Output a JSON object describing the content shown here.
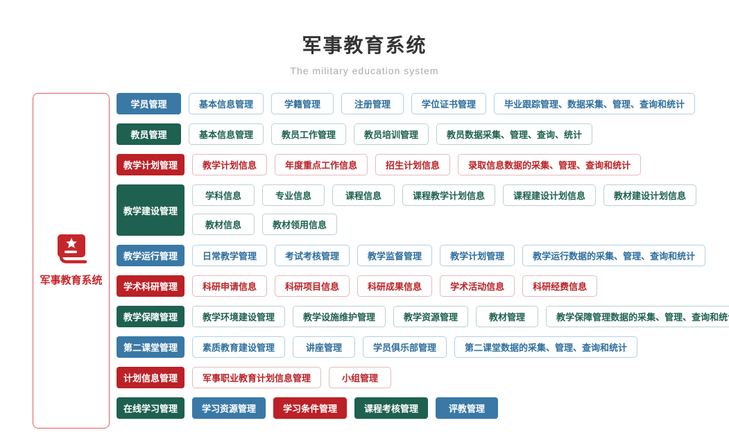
{
  "header": {
    "title": "军事教育系统",
    "subtitle": "The military education system"
  },
  "sidebar": {
    "label": "军事教育系统",
    "icon": "book-star-icon"
  },
  "palette": {
    "blue": "#3a79a6",
    "green": "#1e6150",
    "red": "#bb2126",
    "sidebar_red": "#c5262b",
    "sidebar_border": "#e25d5d"
  },
  "rows": [
    {
      "theme": "blue",
      "category": {
        "label": "学员管理"
      },
      "items": [
        {
          "label": "基本信息管理"
        },
        {
          "label": "学籍管理"
        },
        {
          "label": "注册管理"
        },
        {
          "label": "学位证书管理"
        },
        {
          "label": "毕业跟踪管理、数据采集、管理、查询和统计"
        }
      ]
    },
    {
      "theme": "green",
      "category": {
        "label": "教员管理"
      },
      "items": [
        {
          "label": "基本信息管理"
        },
        {
          "label": "教员工作管理"
        },
        {
          "label": "教员培训管理"
        },
        {
          "label": "教员数据采集、管理、查询、统计"
        }
      ]
    },
    {
      "theme": "red",
      "category": {
        "label": "教学计划管理"
      },
      "items": [
        {
          "label": "教学计划信息"
        },
        {
          "label": "年度重点工作信息"
        },
        {
          "label": "招生计划信息"
        },
        {
          "label": "录取信息数据的采集、管理、查询和统计"
        }
      ]
    },
    {
      "theme": "green",
      "category": {
        "label": "教学建设管理"
      },
      "items": [
        {
          "label": "学科信息"
        },
        {
          "label": "专业信息"
        },
        {
          "label": "课程信息"
        },
        {
          "label": "课程教学计划信息"
        },
        {
          "label": "课程建设计划信息"
        },
        {
          "label": "教材建设计划信息"
        }
      ],
      "items2": [
        {
          "label": "教材信息"
        },
        {
          "label": "教材领用信息"
        }
      ]
    },
    {
      "theme": "blue",
      "category": {
        "label": "教学运行管理"
      },
      "items": [
        {
          "label": "日常教学管理"
        },
        {
          "label": "考试考核管理"
        },
        {
          "label": "教学监督管理"
        },
        {
          "label": "教学计划管理"
        },
        {
          "label": "教学运行数据的采集、管理、查询和统计"
        }
      ]
    },
    {
      "theme": "red",
      "category": {
        "label": "学术科研管理"
      },
      "items": [
        {
          "label": "科研申请信息"
        },
        {
          "label": "科研项目信息"
        },
        {
          "label": "科研成果信息"
        },
        {
          "label": "学术活动信息"
        },
        {
          "label": "科研经费信息"
        }
      ]
    },
    {
      "theme": "green",
      "category": {
        "label": "教学保障管理"
      },
      "items": [
        {
          "label": "教学环境建设管理"
        },
        {
          "label": "教学设施维护管理"
        },
        {
          "label": "教学资源管理"
        },
        {
          "label": "教材管理"
        },
        {
          "label": "教学保障管理数据的采集、管理、查询和统计"
        }
      ]
    },
    {
      "theme": "blue",
      "category": {
        "label": "第二课堂管理"
      },
      "items": [
        {
          "label": "素质教育建设管理"
        },
        {
          "label": "讲座管理"
        },
        {
          "label": "学员俱乐部管理"
        },
        {
          "label": "第二课堂数据的采集、管理、查询和统计"
        }
      ]
    },
    {
      "theme": "red",
      "category": {
        "label": "计划信息管理"
      },
      "items": [
        {
          "label": "军事职业教育计划信息管理"
        },
        {
          "label": "小组管理"
        }
      ]
    },
    {
      "theme": "green",
      "category": {
        "label": "在线学习管理"
      },
      "items": [
        {
          "label": "学习资源管理",
          "color": "blue"
        },
        {
          "label": "学习条件管理",
          "color": "red"
        },
        {
          "label": "课程考核管理",
          "color": "green"
        },
        {
          "label": "评教管理",
          "color": "blue"
        }
      ]
    }
  ]
}
